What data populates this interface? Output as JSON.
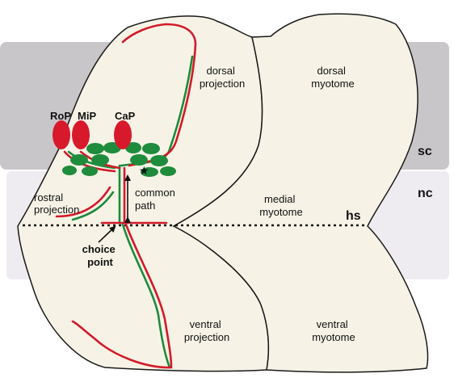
{
  "colors": {
    "spinal_cord_band": "#c9c6ca",
    "notochord_band": "#eeecf0",
    "somite_fill": "#f6f3e6",
    "outline": "#1a1a1a",
    "axon_red": "#d21a2a",
    "axon_green": "#1d8b3c",
    "neuron_red": "#d7192b",
    "cell_green": "#1e8c3c"
  },
  "labels": {
    "rop": "RoP",
    "mip": "MiP",
    "cap": "CaP",
    "dorsal_projection": [
      "dorsal",
      "projection"
    ],
    "dorsal_myotome": [
      "dorsal",
      "myotome"
    ],
    "rostral_projection": [
      "rostral",
      "projection"
    ],
    "common_path": [
      "common",
      "path"
    ],
    "medial_myotome": [
      "medial",
      "myotome"
    ],
    "choice_point": [
      "choice",
      "point"
    ],
    "ventral_projection": [
      "ventral",
      "projection"
    ],
    "ventral_myotome": [
      "ventral",
      "myotome"
    ],
    "sc": "sc",
    "nc": "nc",
    "hs": "hs"
  }
}
